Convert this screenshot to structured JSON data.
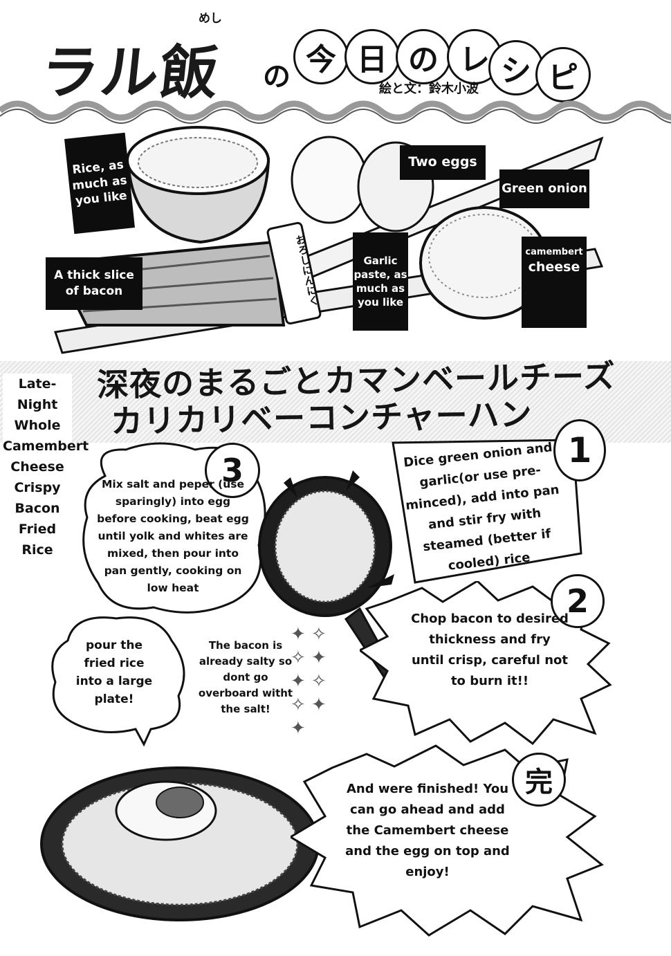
{
  "header": {
    "logo": "ラル飯",
    "logo_ruby": "めし",
    "particle": "の",
    "circled_chars": [
      "今",
      "日",
      "の",
      "レ",
      "シ",
      "ピ"
    ],
    "credit": "絵と文：鈴木小波"
  },
  "ingredients": {
    "rice": "Rice, as much as you like",
    "eggs": "Two eggs",
    "green_onion": "Green onion",
    "bacon": "A thick slice of bacon",
    "garlic": "Garlic paste, as much as you like",
    "garlic_tube_text": "おろしにんにく",
    "camembert_small": "camembert",
    "camembert_big": "cheese"
  },
  "recipe_title": {
    "jp_line1": "深夜のまるごとカマンベールチーズ",
    "jp_line2": "カリカリベーコンチャーハン",
    "en": "Late-Night Whole Camembert Cheese Crispy Bacon Fried Rice"
  },
  "steps": {
    "step1_num": "1",
    "step1": "Dice green onion and garlic(or use pre-minced), add into pan and stir fry with steamed (better if cooled) rice",
    "step2_num": "2",
    "step2": "Chop bacon to desired thickness and fry until crisp, careful not to burn it!!",
    "step3_num": "3",
    "step3": "Mix salt and peper (use sparingly) into egg before cooking, beat egg until yolk and whites are mixed, then pour into pan gently, cooking on low heat",
    "plate": "pour the fried rice into a large plate!",
    "note": "The bacon is already salty so dont go overboard witht  the salt!",
    "finish_mark": "完",
    "finish": "And were finished! You can go ahead and add the Camembert cheese and the egg on top and enjoy!"
  }
}
